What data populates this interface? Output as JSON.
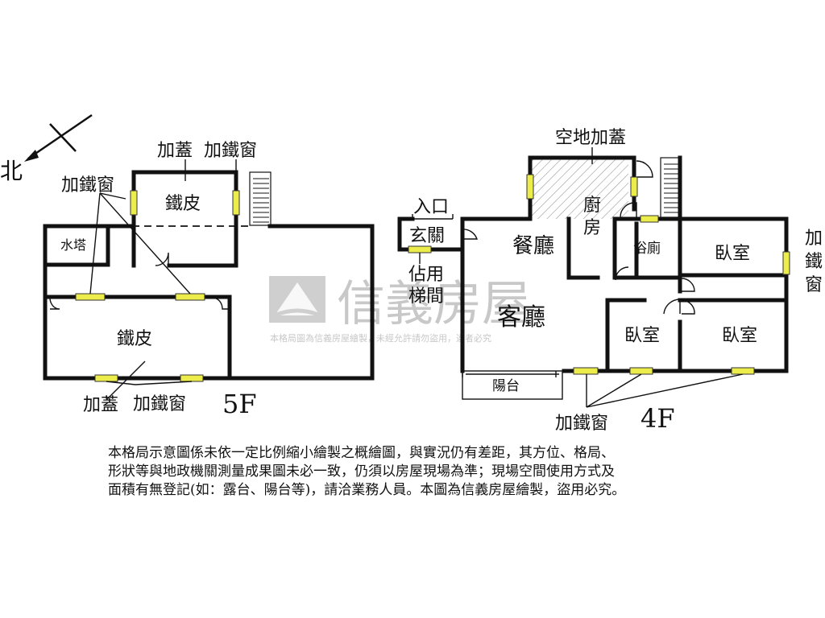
{
  "compass": {
    "north_label": "北"
  },
  "watermark": {
    "brand": "信義房屋",
    "notice": "本格局圖為信義房屋繪製，未經允許請勿盜用，違者必究"
  },
  "floor_5f": {
    "floor_label": "5F",
    "labels": {
      "addition_top": "加蓋",
      "iron_window_top": "加鐵窗",
      "iron_window_left": "加鐵窗",
      "iron_sheet_upper": "鐵皮",
      "water_tower": "水塔",
      "iron_sheet_lower": "鐵皮",
      "addition_bottom": "加蓋",
      "iron_window_bottom": "加鐵窗"
    }
  },
  "floor_4f": {
    "floor_label": "4F",
    "labels": {
      "vacant_addition": "空地加蓋",
      "entrance": "入口",
      "foyer": "玄關",
      "occupied_stair_line1": "佔用",
      "occupied_stair_line2": "梯間",
      "dining_room": "餐廳",
      "kitchen_line1": "廚",
      "kitchen_line2": "房",
      "bathroom": "浴廁",
      "bedroom_right": "臥室",
      "living_room": "客廳",
      "bedroom_middle": "臥室",
      "bedroom_bottom_right": "臥室",
      "balcony": "陽台",
      "iron_window_right_1": "加",
      "iron_window_right_2": "鐵",
      "iron_window_right_3": "窗",
      "iron_window_bottom": "加鐵窗"
    }
  },
  "disclaimer": {
    "line1": "本格局示意圖係未依一定比例縮小繪製之概繪圖，與實況仍有差距，其方位、格局、",
    "line2": "形狀等與地政機關測量成果圖未必一致，仍須以房屋現場為準；現場空間使用方式及",
    "line3": "面積有無登記(如：露台、陽台等)，請洽業務人員。本圖為信義房屋繪製，盜用必究。"
  }
}
